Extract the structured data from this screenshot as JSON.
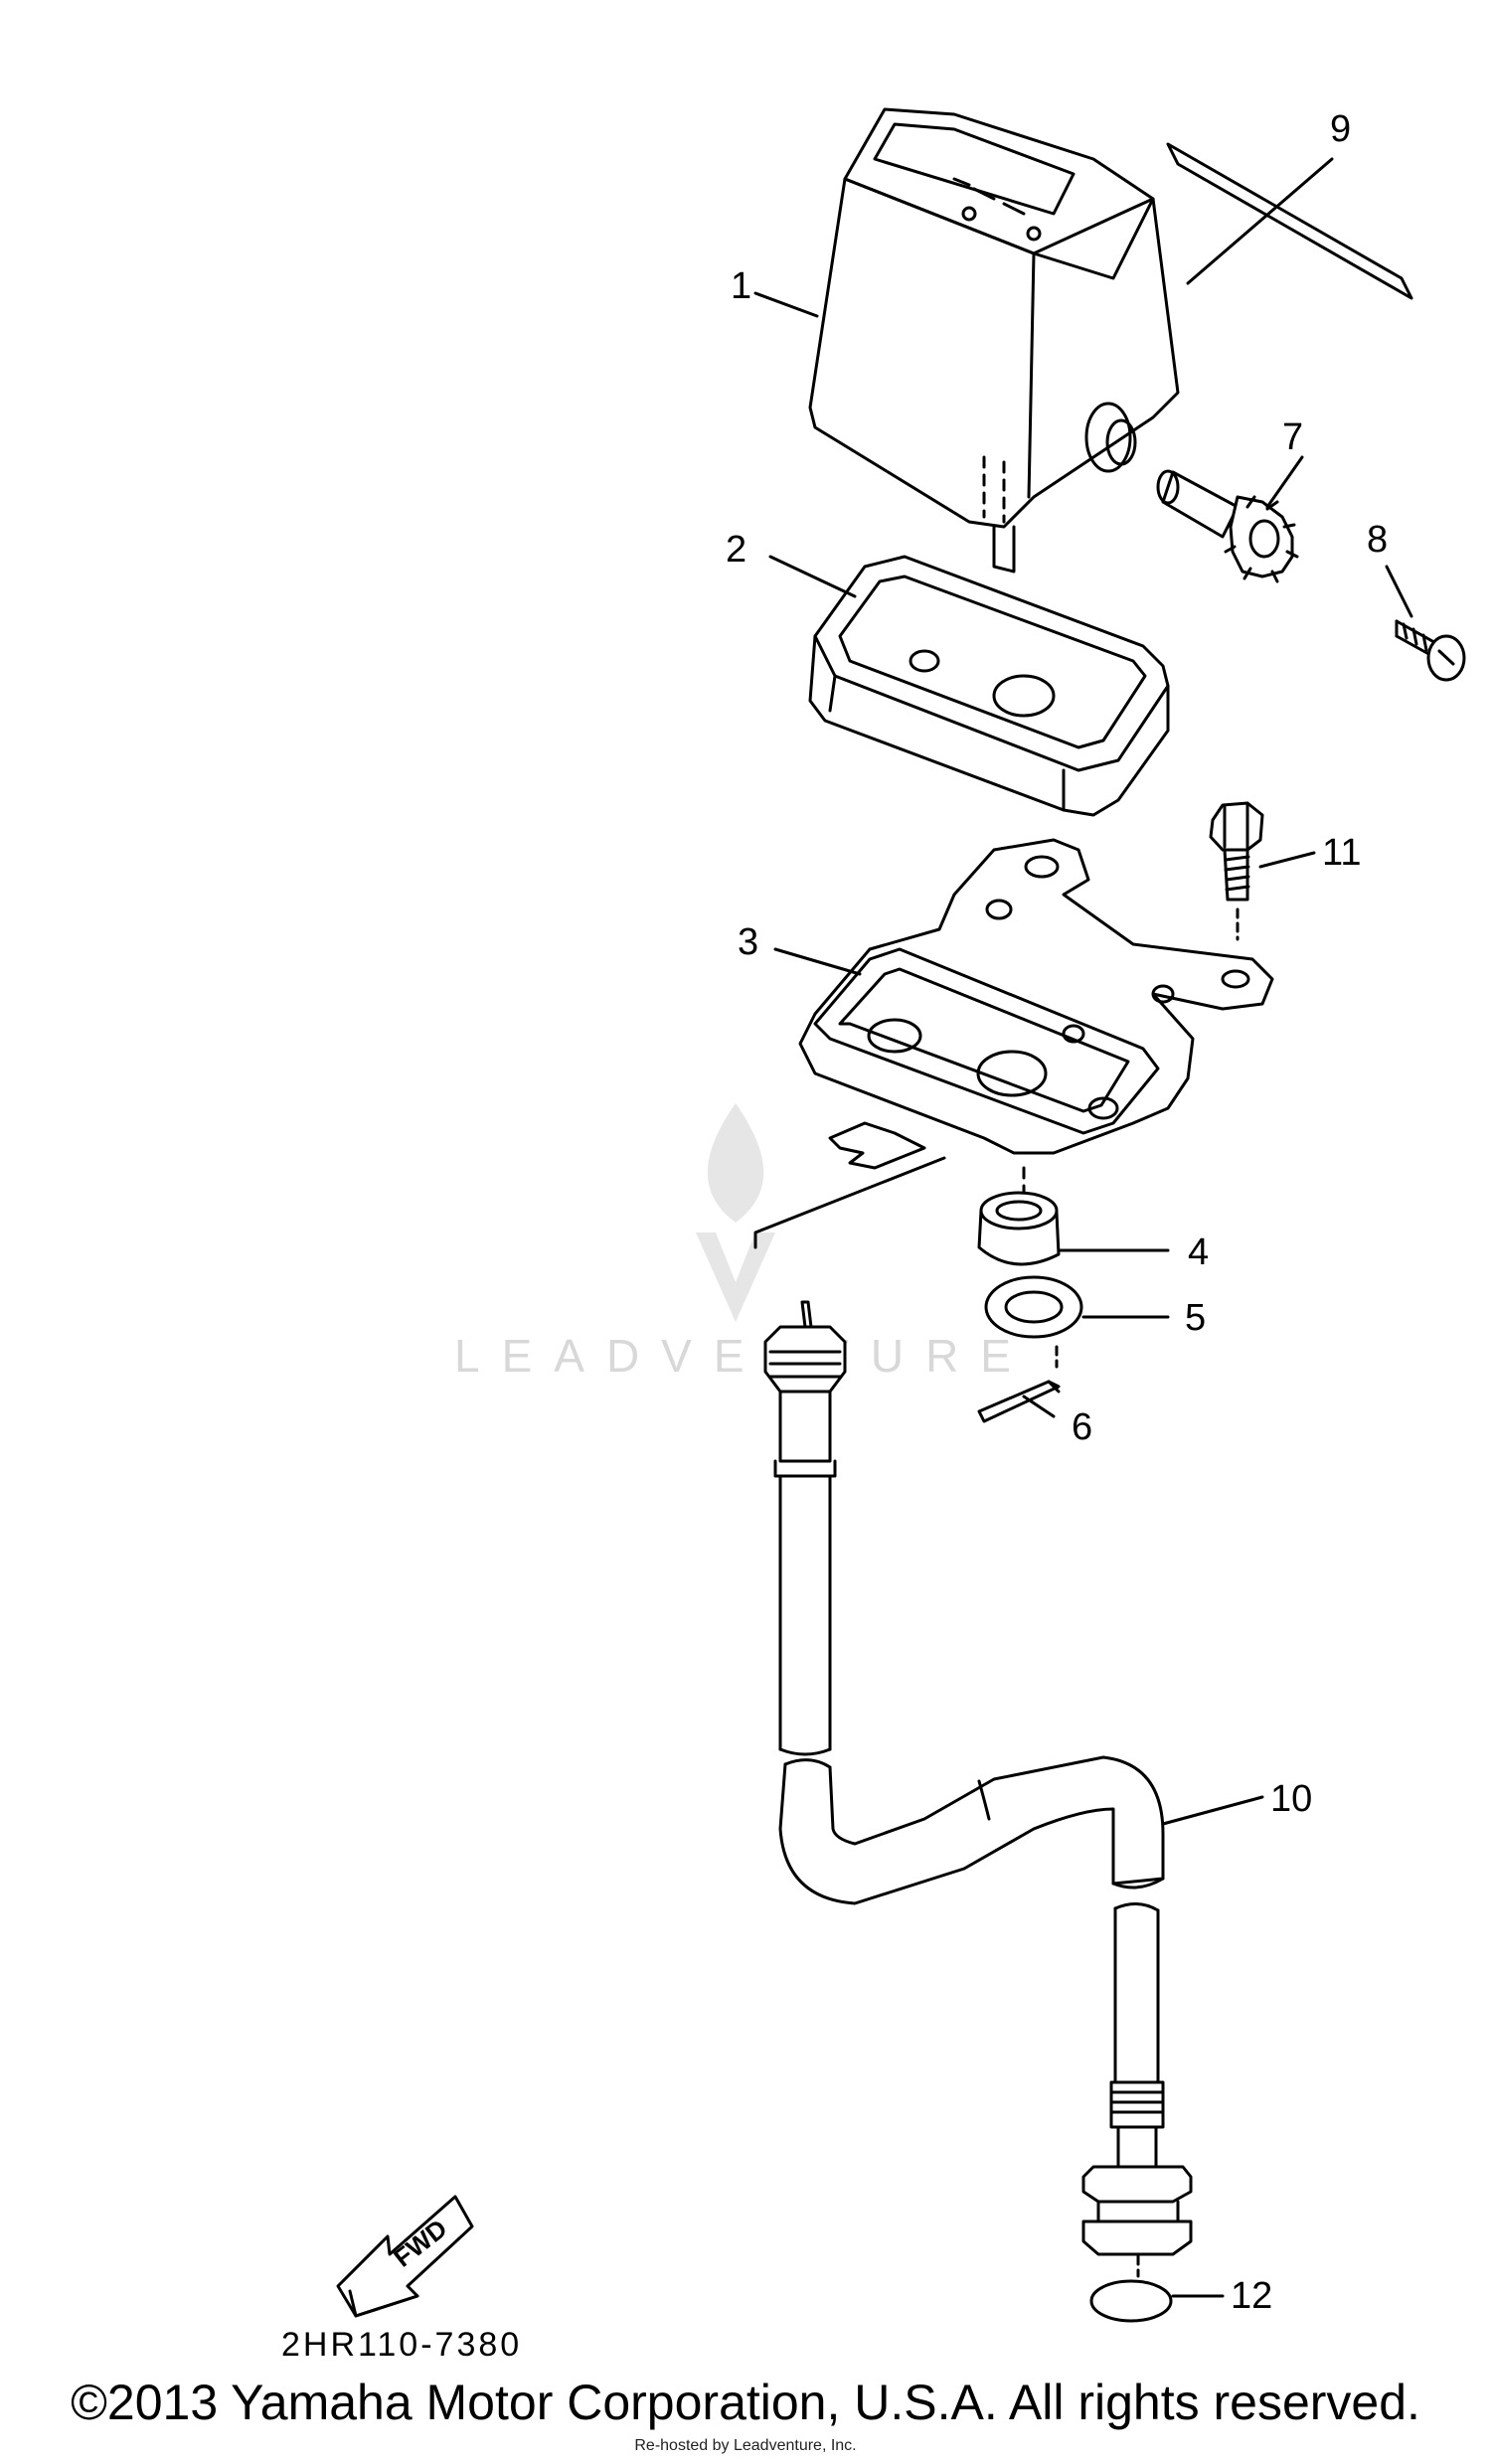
{
  "labels": {
    "p1": "1",
    "p2": "2",
    "p3": "3",
    "p4": "4",
    "p5": "5",
    "p6": "6",
    "p7": "7",
    "p8": "8",
    "p9": "9",
    "p10": "10",
    "p11": "11",
    "p12": "12"
  },
  "fwd_arrow": "FWD",
  "diagram_code": "2HR110-7380",
  "watermark": "LEADVENTURE",
  "copyright": "©2013 Yamaha Motor Corporation, U.S.A. All rights reserved.",
  "rehosted": "Re-hosted by Leadventure, Inc."
}
